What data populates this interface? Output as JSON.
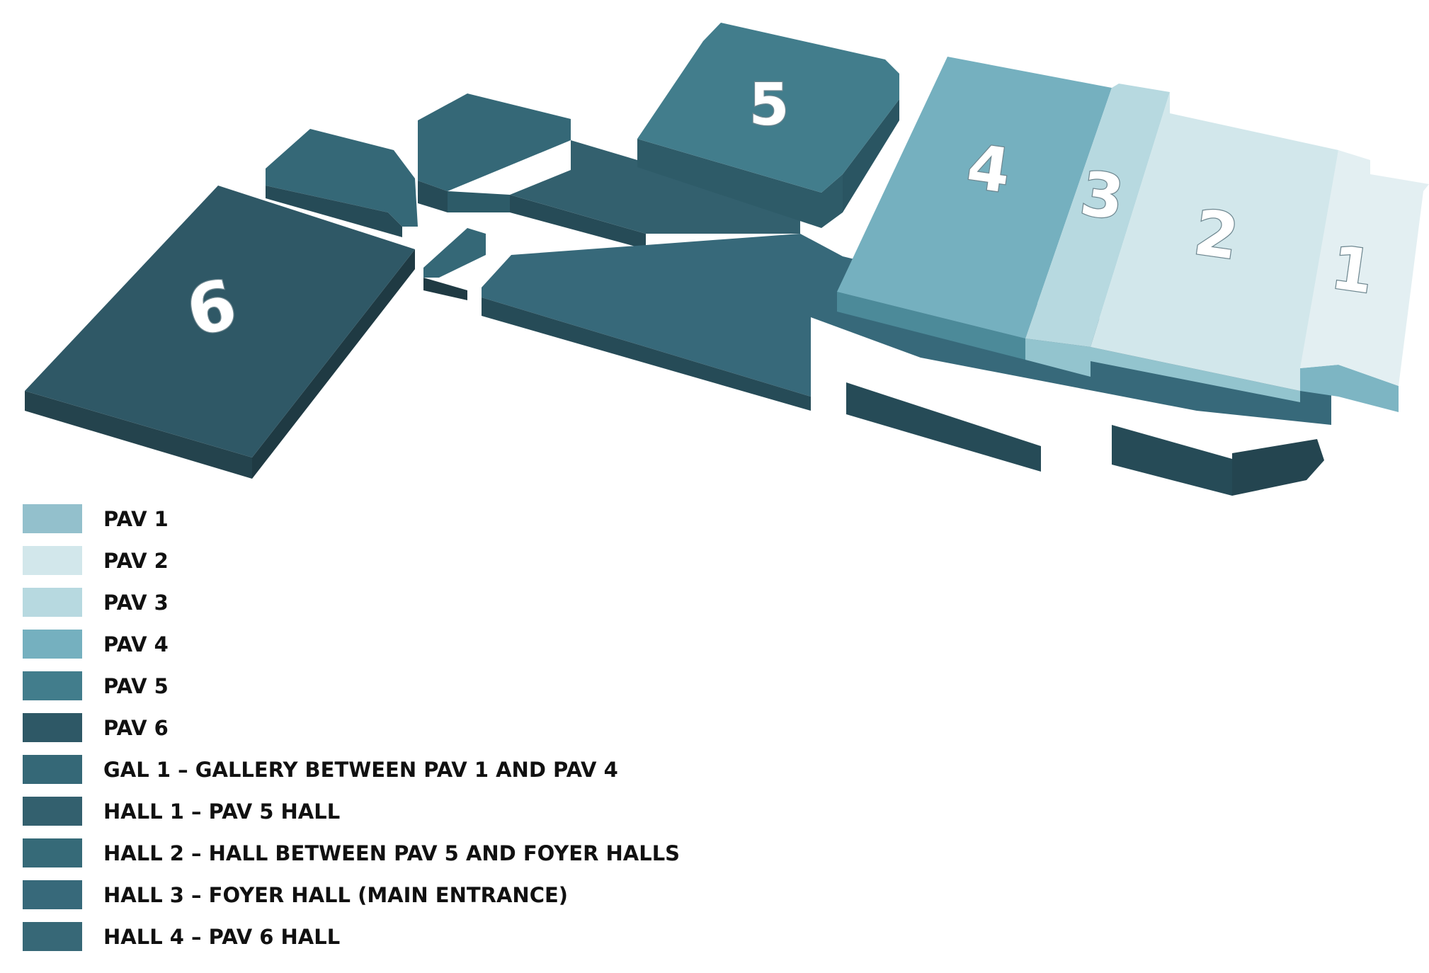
{
  "colors": {
    "pav1": "#93c0cc",
    "pav2": "#d2e7eb",
    "pav3": "#b7d9e0",
    "pav4": "#75b0bf",
    "pav5": "#427d8c",
    "pav6": "#2e5866",
    "gal1": "#356877",
    "hall1": "#33606e",
    "hall2": "#366a78",
    "hall3": "#37697a",
    "hall4": "#376877"
  },
  "map": {
    "labels": {
      "pav1": "1",
      "pav2": "2",
      "pav3": "3",
      "pav4": "4",
      "pav5": "5",
      "pav6": "6"
    }
  },
  "legend": [
    {
      "key": "pav1",
      "label": "PAV 1",
      "color": "#93c0cc"
    },
    {
      "key": "pav2",
      "label": "PAV 2",
      "color": "#d2e7eb"
    },
    {
      "key": "pav3",
      "label": "PAV 3",
      "color": "#b7d9e0"
    },
    {
      "key": "pav4",
      "label": "PAV 4",
      "color": "#75b0bf"
    },
    {
      "key": "pav5",
      "label": "PAV 5",
      "color": "#427d8c"
    },
    {
      "key": "pav6",
      "label": "PAV 6",
      "color": "#2e5866"
    },
    {
      "key": "gal1",
      "label": "GAL 1 – GALLERY BETWEEN PAV 1 AND PAV 4",
      "color": "#356877"
    },
    {
      "key": "hall1",
      "label": "HALL 1 – PAV 5 HALL",
      "color": "#33606e"
    },
    {
      "key": "hall2",
      "label": "HALL 2 – HALL BETWEEN PAV 5 AND FOYER HALLS",
      "color": "#366a78"
    },
    {
      "key": "hall3",
      "label": "HALL 3 – FOYER HALL (MAIN ENTRANCE)",
      "color": "#37697a"
    },
    {
      "key": "hall4",
      "label": "HALL 4 – PAV 6 HALL",
      "color": "#376877"
    }
  ]
}
